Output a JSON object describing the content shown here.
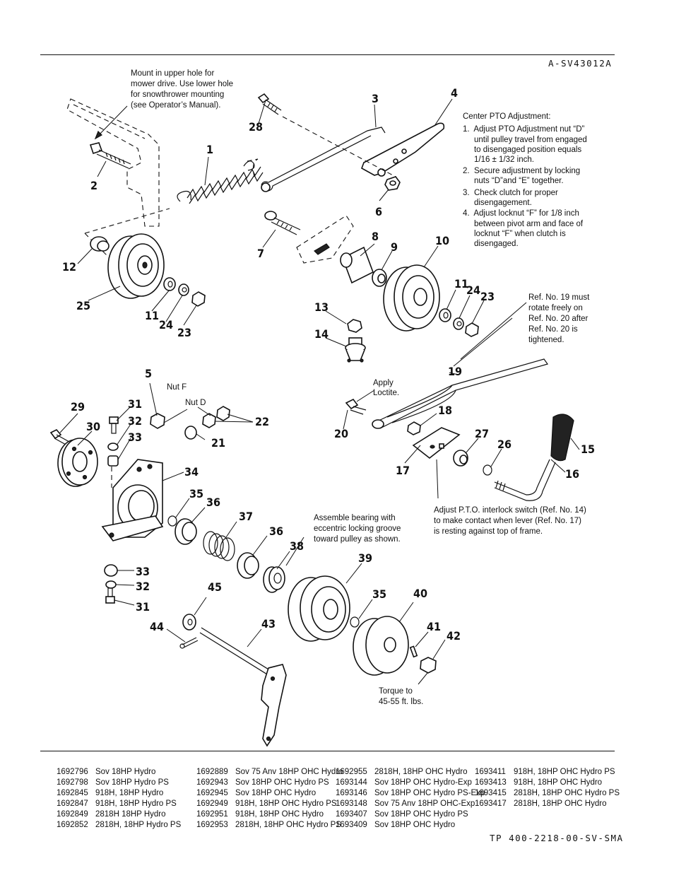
{
  "header": {
    "drawing_code": "A-SV43012A"
  },
  "footer": {
    "document_code": "TP 400-2218-00-SV-SMA"
  },
  "notes": {
    "mount": [
      "Mount in upper hole for",
      "mower drive. Use lower hole",
      "for snowthrower mounting",
      "(see Operator’s Manual)."
    ],
    "center_pto_title": "Center PTO Adjustment:",
    "center_pto": [
      "1.  Adjust PTO Adjustment nut “D”",
      "     until pulley travel from engaged",
      "     to disengaged position equals",
      "     1/16 ± 1/32 inch.",
      "2.  Secure adjustment by locking",
      "     nuts “D”and “E” together.",
      "3.  Check clutch for proper",
      "     disengagement.",
      "4.  Adjust locknut “F” for 1/8 inch",
      "     between pivot arm and face of",
      "     locknut “F” when clutch is",
      "     disengaged."
    ],
    "ref19": [
      "Ref. No. 19 must",
      "rotate freely on",
      "Ref. No. 20 after",
      "Ref. No. 20 is",
      "tightened."
    ],
    "apply_loctite": [
      "Apply",
      "Loctite."
    ],
    "nut_f": "Nut F",
    "nut_d": "Nut D",
    "interlock": [
      "Adjust P.T.O. interlock switch (Ref. No. 14)",
      "to make contact when lever (Ref. No. 17)",
      "is resting against top of frame."
    ],
    "bearing": [
      "Assemble bearing with",
      "eccentric locking groove",
      "toward pulley as shown."
    ],
    "torque": [
      "Torque to",
      "45-55 ft. lbs."
    ]
  },
  "callouts": {
    "c1": "1",
    "c2": "2",
    "c3": "3",
    "c4": "4",
    "c5": "5",
    "c6": "6",
    "c7": "7",
    "c8": "8",
    "c9": "9",
    "c10": "10",
    "c11a": "11",
    "c11b": "11",
    "c12": "12",
    "c13": "13",
    "c14": "14",
    "c15": "15",
    "c16": "16",
    "c17": "17",
    "c18": "18",
    "c19": "19",
    "c20": "20",
    "c21": "21",
    "c22": "22",
    "c23a": "23",
    "c23b": "23",
    "c24a": "24",
    "c24b": "24",
    "c25": "25",
    "c26": "26",
    "c27": "27",
    "c28": "28",
    "c29": "29",
    "c30": "30",
    "c31a": "31",
    "c31b": "31",
    "c32a": "32",
    "c32b": "32",
    "c33a": "33",
    "c33b": "33",
    "c34": "34",
    "c35a": "35",
    "c35b": "35",
    "c36a": "36",
    "c36b": "36",
    "c37": "37",
    "c38": "38",
    "c39": "39",
    "c40": "40",
    "c41": "41",
    "c42": "42",
    "c43": "43",
    "c44": "44",
    "c45": "45"
  },
  "models": [
    [
      {
        "pn": "1692796",
        "desc": "Sov 18HP Hydro"
      },
      {
        "pn": "1692798",
        "desc": "Sov 18HP Hydro PS"
      },
      {
        "pn": "1692845",
        "desc": "918H, 18HP Hydro"
      },
      {
        "pn": "1692847",
        "desc": "918H, 18HP Hydro PS"
      },
      {
        "pn": "1692849",
        "desc": "2818H 18HP Hydro"
      },
      {
        "pn": "1692852",
        "desc": "2818H, 18HP Hydro PS"
      }
    ],
    [
      {
        "pn": "1692889",
        "desc": "Sov 75 Anv 18HP OHC Hydro"
      },
      {
        "pn": "1692943",
        "desc": "Sov 18HP OHC Hydro PS"
      },
      {
        "pn": "1692945",
        "desc": "Sov 18HP OHC Hydro"
      },
      {
        "pn": "1692949",
        "desc": "918H, 18HP OHC Hydro PS"
      },
      {
        "pn": "1692951",
        "desc": "918H, 18HP OHC Hydro"
      },
      {
        "pn": "1692953",
        "desc": "2818H, 18HP OHC Hydro PS"
      }
    ],
    [
      {
        "pn": "1692955",
        "desc": "2818H, 18HP OHC Hydro"
      },
      {
        "pn": "1693144",
        "desc": "Sov 18HP OHC Hydro-Exp"
      },
      {
        "pn": "1693146",
        "desc": "Sov 18HP OHC Hydro PS-Exp"
      },
      {
        "pn": "1693148",
        "desc": "Sov 75 Anv 18HP OHC-Exp"
      },
      {
        "pn": "1693407",
        "desc": "Sov 18HP OHC Hydro PS"
      },
      {
        "pn": "1693409",
        "desc": "Sov 18HP OHC Hydro"
      }
    ],
    [
      {
        "pn": "1693411",
        "desc": "918H, 18HP OHC Hydro PS"
      },
      {
        "pn": "1693413",
        "desc": "918H, 18HP OHC Hydro"
      },
      {
        "pn": "1693415",
        "desc": "2818H, 18HP OHC Hydro PS"
      },
      {
        "pn": "1693417",
        "desc": "2818H, 18HP OHC Hydro"
      }
    ]
  ]
}
